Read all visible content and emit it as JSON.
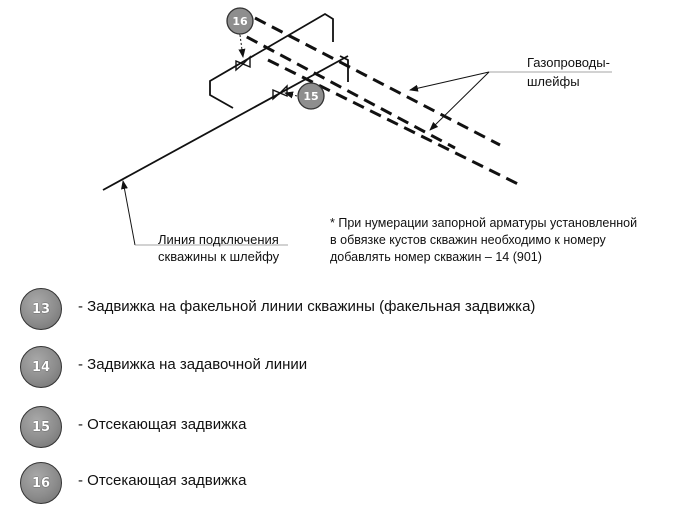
{
  "diagram": {
    "valve_markers": {
      "top": "16",
      "middle": "15"
    },
    "gas_pipelines_label": {
      "line1": "Газопроводы-",
      "line2": "шлейфы"
    },
    "connection_line_label": {
      "line1": "Линия подключения",
      "line2": "скважины к шлейфу"
    },
    "note": {
      "line1": "* При нумерации запорной арматуры установленной",
      "line2": "в обвязке кустов скважин необходимо к  номеру",
      "line3": "добавлять номер скважин – 14 (901)"
    }
  },
  "legend": [
    {
      "number": "13",
      "text": "- Задвижка на факельной линии скважины (факельная задвижка)"
    },
    {
      "number": "14",
      "text": "- Задвижка на задавочной линии"
    },
    {
      "number": "15",
      "text": "- Отсекающая задвижка"
    },
    {
      "number": "16",
      "text": "- Отсекающая задвижка"
    }
  ]
}
